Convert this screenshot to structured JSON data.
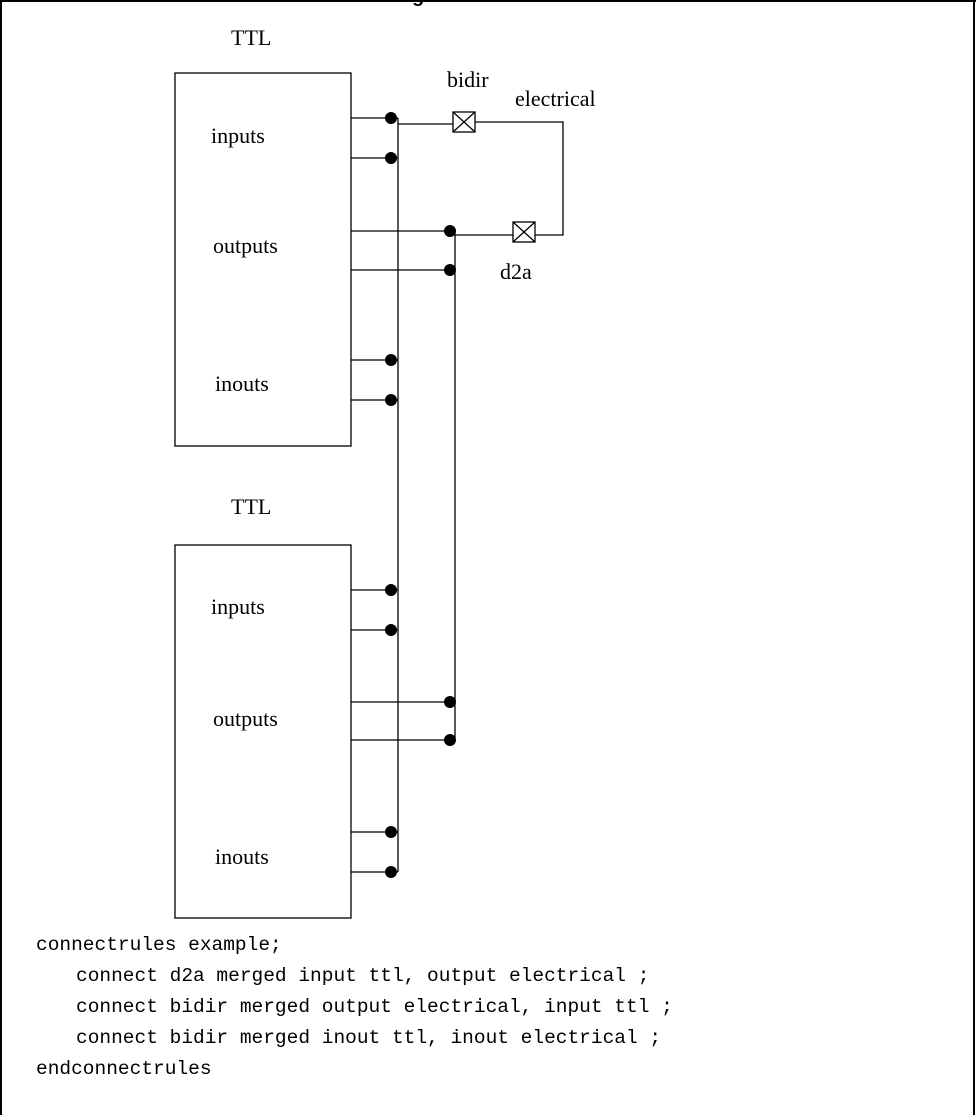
{
  "figure": {
    "title": "g",
    "blocks": [
      {
        "name": "TTL",
        "ports": [
          "inputs",
          "outputs",
          "inouts"
        ]
      },
      {
        "name": "TTL",
        "ports": [
          "inputs",
          "outputs",
          "inouts"
        ]
      }
    ],
    "connect_modules": [
      {
        "name": "bidir",
        "net_label": "electrical"
      },
      {
        "name": "d2a"
      }
    ]
  },
  "code": {
    "first": "connectrules example;",
    "body": [
      "connect d2a merged input ttl, output electrical ;",
      "connect bidir merged output electrical, input ttl ;",
      "connect bidir merged inout ttl, inout electrical ;"
    ],
    "last": "endconnectrules"
  }
}
